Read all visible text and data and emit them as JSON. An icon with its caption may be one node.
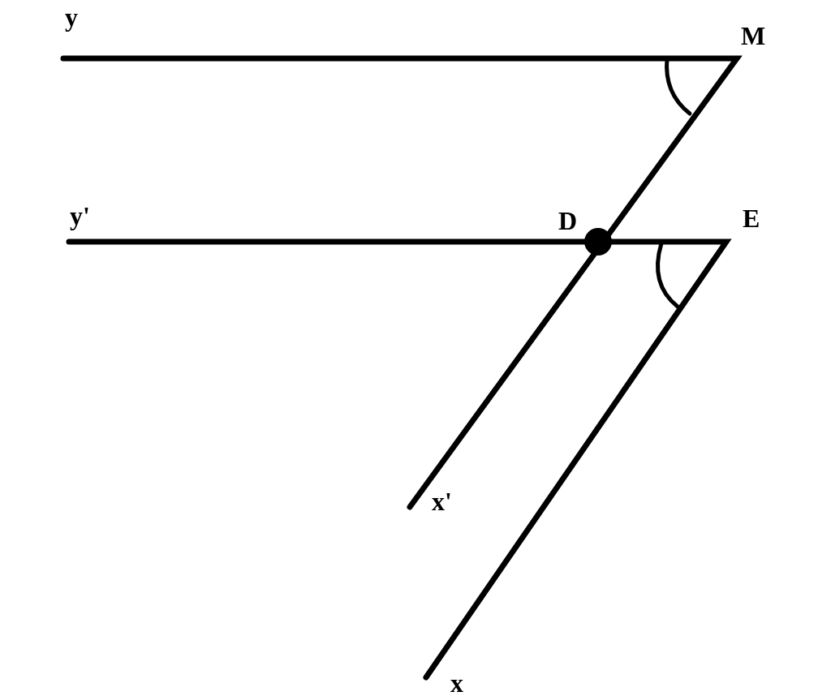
{
  "diagram": {
    "labels": [
      "y",
      "M",
      "y'",
      "D",
      "E",
      "x'",
      "x"
    ]
  }
}
